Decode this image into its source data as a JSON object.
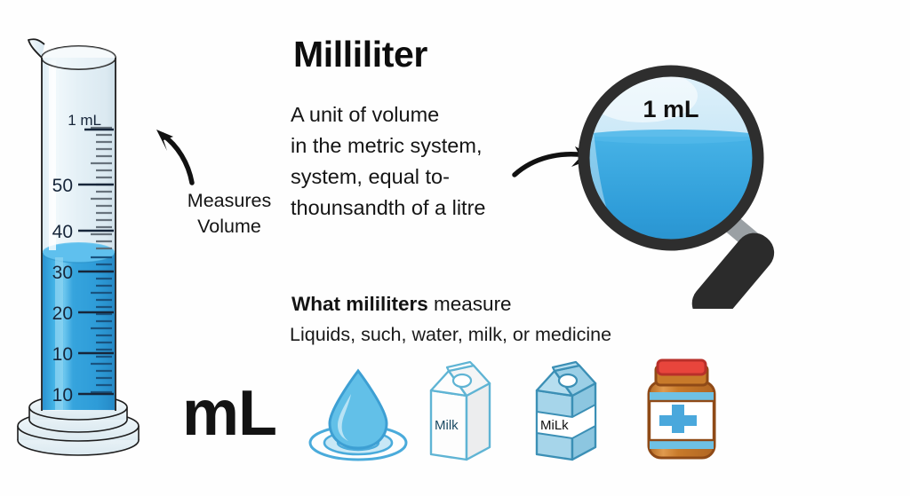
{
  "page": {
    "background_color": "#fefefe",
    "title": "Milliliter"
  },
  "definition": {
    "lines": [
      "A unit of volume",
      "in the metric system,",
      "system, equal to-",
      "thounsandth of a litre"
    ]
  },
  "annotations": {
    "measures_volume": [
      "Measures",
      "Volume"
    ],
    "unit_symbol": "mL"
  },
  "cylinder": {
    "top_label": "1 mL",
    "scale_labels": [
      "50",
      "40",
      "30",
      "20",
      "10",
      "10"
    ],
    "water_color": "#2e9cd8",
    "glass_color": "#e8f2f7"
  },
  "magnifier": {
    "label": "1 mL",
    "liquid_color": "#2e9cd8",
    "rim_color": "#2e2e2e",
    "handle_color": "#2b2b2b"
  },
  "measure_section": {
    "heading_strong": "What mililiters",
    "heading_rest": " measure",
    "subtitle": "Liquids, such, water, milk, or medicine"
  },
  "icons": [
    {
      "name": "water-drop",
      "label": ""
    },
    {
      "name": "milk-carton-white",
      "label": "Milk"
    },
    {
      "name": "milk-carton-blue",
      "label": "MiLk"
    },
    {
      "name": "medicine-bottle",
      "label": ""
    }
  ],
  "colors": {
    "accent_blue": "#2e9cd8",
    "light_blue": "#a8d8ee",
    "text_dark": "#131313",
    "medicine_amber": "#c87a2a",
    "medicine_cap": "#e8453c"
  }
}
